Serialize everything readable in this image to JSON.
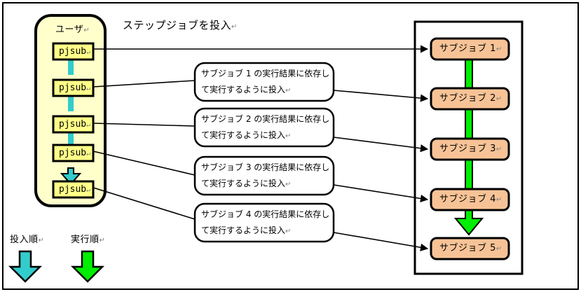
{
  "figure": {
    "title": "ステップジョブを投入",
    "pilcrow": "↵"
  },
  "colors": {
    "outer_border": "#000000",
    "user_box_fill": "#ffffcc",
    "user_box_border": "#000000",
    "pjsub_fill": "#ffff88",
    "pjsub_border": "#000000",
    "submit_arrow": "#33cccc",
    "subjob_fill": "#f7c396",
    "subjob_border": "#000000",
    "exec_arrow": "#00ee00",
    "callout_fill": "#ffffff",
    "callout_border": "#000000",
    "connector": "#000000",
    "page_background": "#ffffff"
  },
  "user_group": {
    "label": "ユーザ",
    "jobs": [
      {
        "label": "pjsub"
      },
      {
        "label": "pjsub"
      },
      {
        "label": "pjsub"
      },
      {
        "label": "pjsub"
      },
      {
        "label": "pjsub"
      }
    ]
  },
  "callouts": [
    {
      "line1": "サブジョブ 1 の実行結果に依存し",
      "line2": "て実行するように投入"
    },
    {
      "line1": "サブジョブ 2 の実行結果に依存し",
      "line2": "て実行するように投入"
    },
    {
      "line1": "サブジョブ 3 の実行結果に依存し",
      "line2": "て実行するように投入"
    },
    {
      "line1": "サブジョブ 4 の実行結果に依存し",
      "line2": "て実行するように投入"
    }
  ],
  "subjob_group": {
    "jobs": [
      {
        "label": "サブジョブ 1"
      },
      {
        "label": "サブジョブ 2"
      },
      {
        "label": "サブジョブ 3"
      },
      {
        "label": "サブジョブ 4"
      },
      {
        "label": "サブジョブ 5"
      }
    ]
  },
  "legend": {
    "submit_order": "投入順",
    "exec_order": "実行順"
  }
}
